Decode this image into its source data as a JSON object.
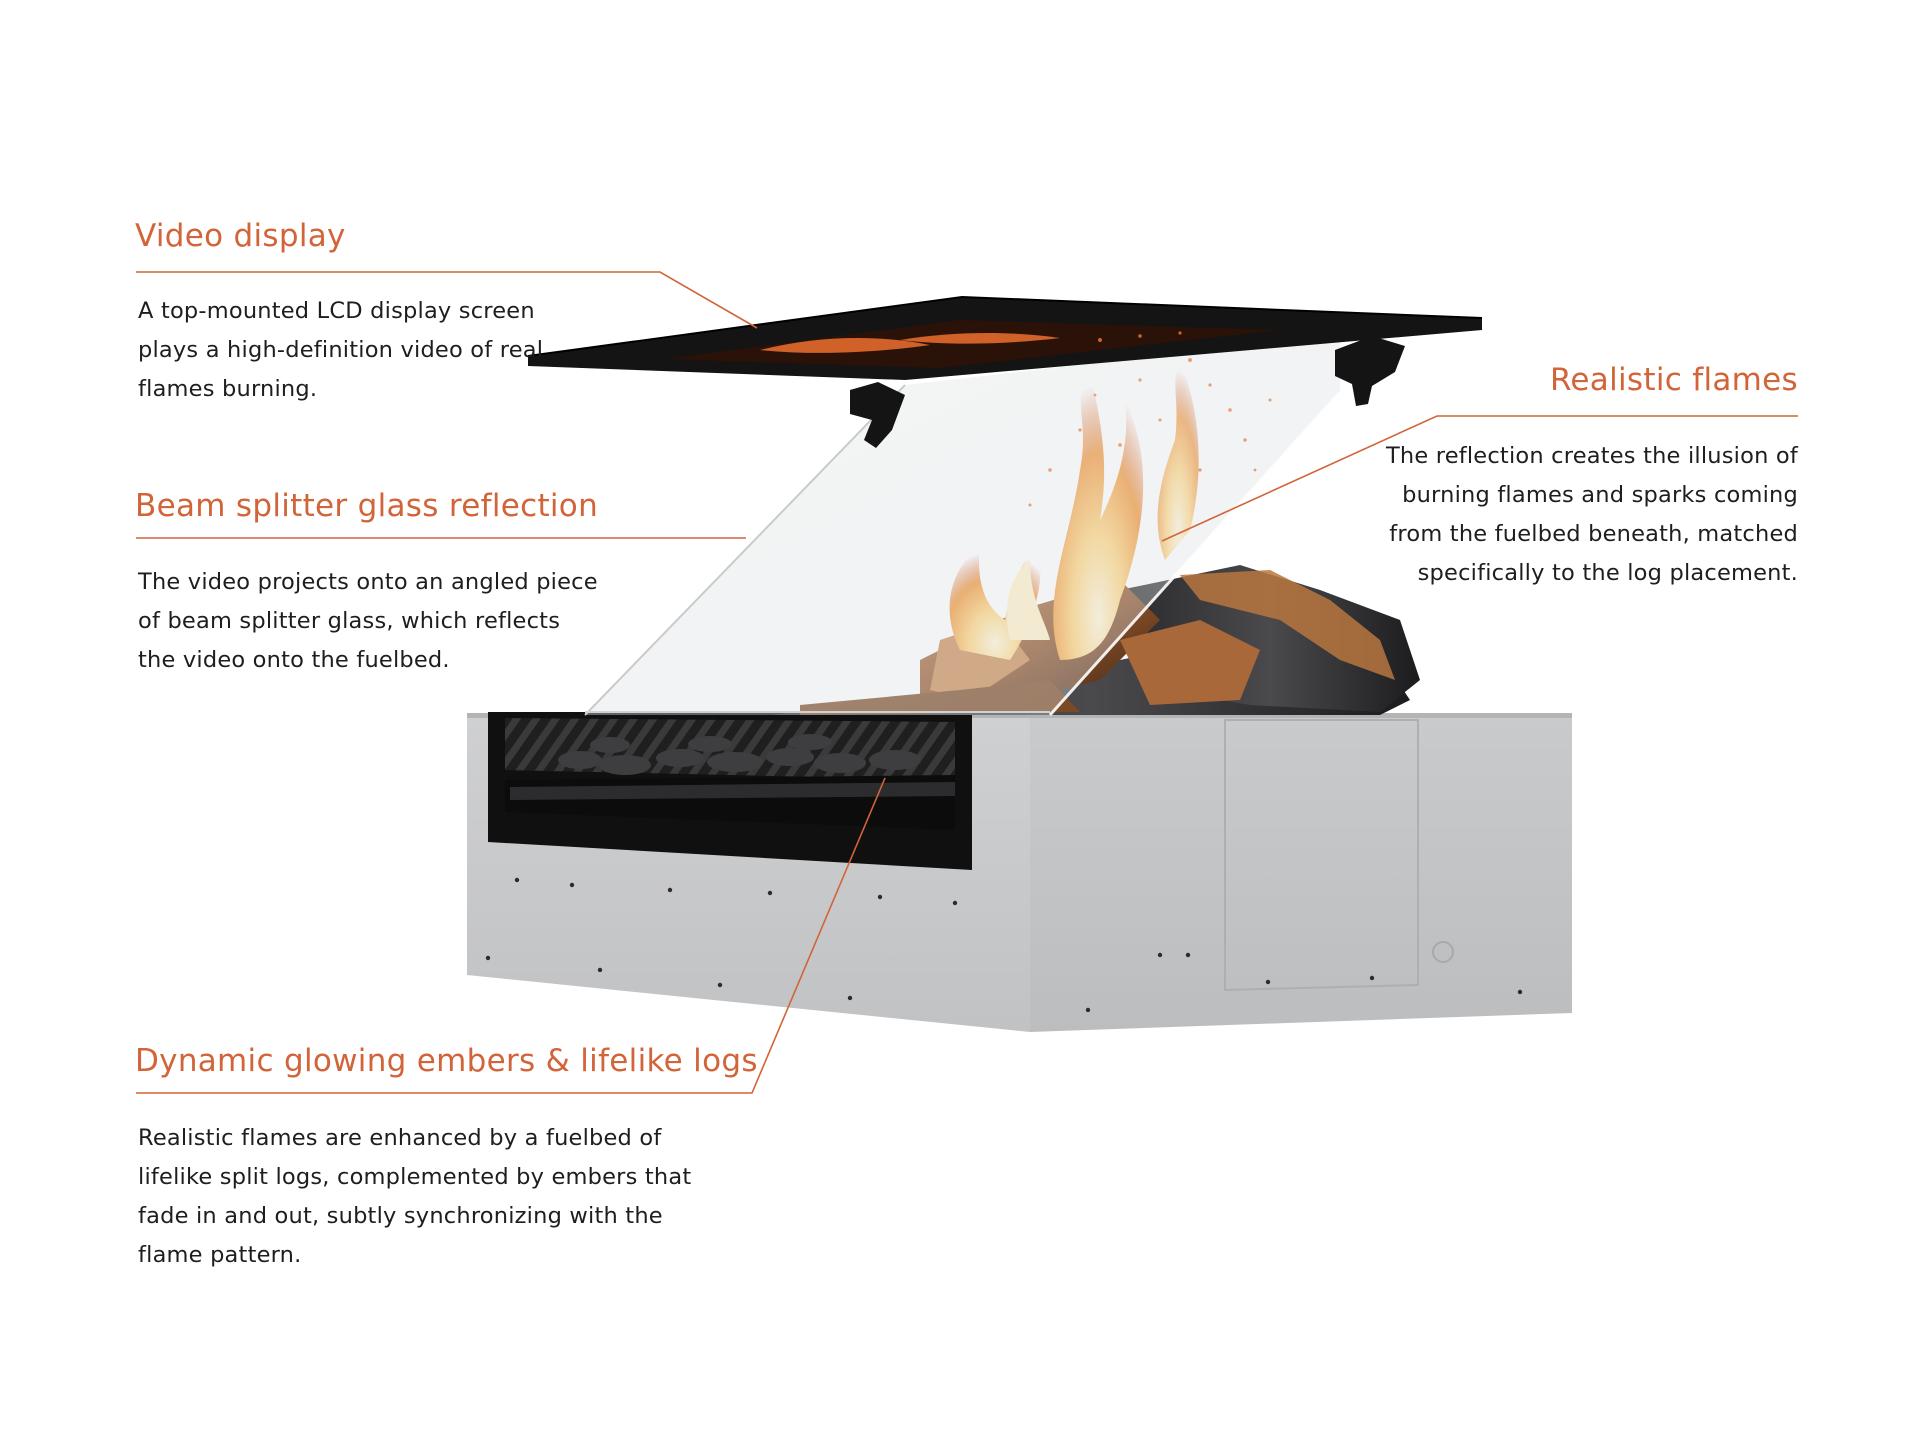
{
  "callouts": {
    "video_display": {
      "title": "Video display",
      "lines": [
        "A top-mounted LCD display screen",
        "plays a high-definition video of real",
        "flames burning."
      ]
    },
    "beam_splitter": {
      "title": "Beam splitter glass reflection",
      "lines": [
        "The video projects onto an angled piece",
        "of beam splitter glass, which reflects",
        "the video onto the fuelbed."
      ]
    },
    "embers_logs": {
      "title": "Dynamic glowing embers & lifelike logs",
      "lines": [
        "Realistic flames are enhanced by a fuelbed of",
        "lifelike split logs, complemented by embers that",
        "fade in and out, subtly synchronizing with the",
        "flame pattern."
      ]
    },
    "realistic_flames": {
      "title": "Realistic flames",
      "lines": [
        "The reflection creates the illusion of",
        "burning flames and sparks coming",
        "from the fuelbed beneath, matched",
        "specifically to the log placement."
      ]
    }
  },
  "colors": {
    "accent": "#d2643a",
    "body_text": "#1e1e1e",
    "housing": "#c4c5c7",
    "screen": "#141414"
  }
}
